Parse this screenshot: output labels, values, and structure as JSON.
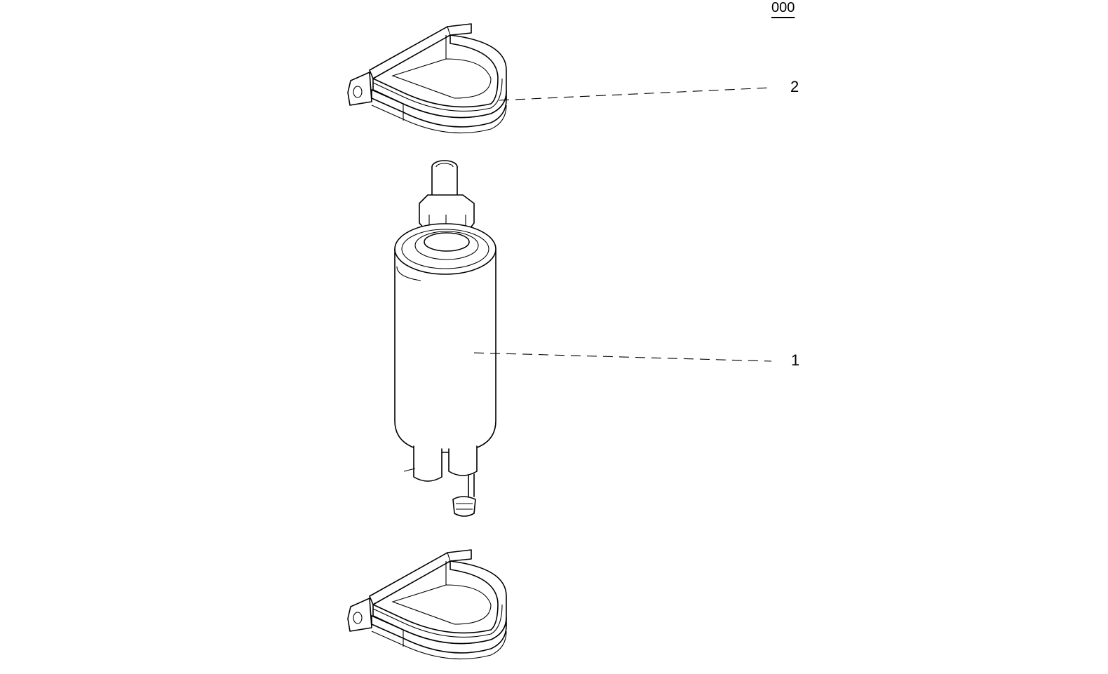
{
  "sheet_id": "000",
  "callouts": [
    {
      "label": "2",
      "part": "mounting-clamp"
    },
    {
      "label": "1",
      "part": "fuel-pump"
    }
  ]
}
